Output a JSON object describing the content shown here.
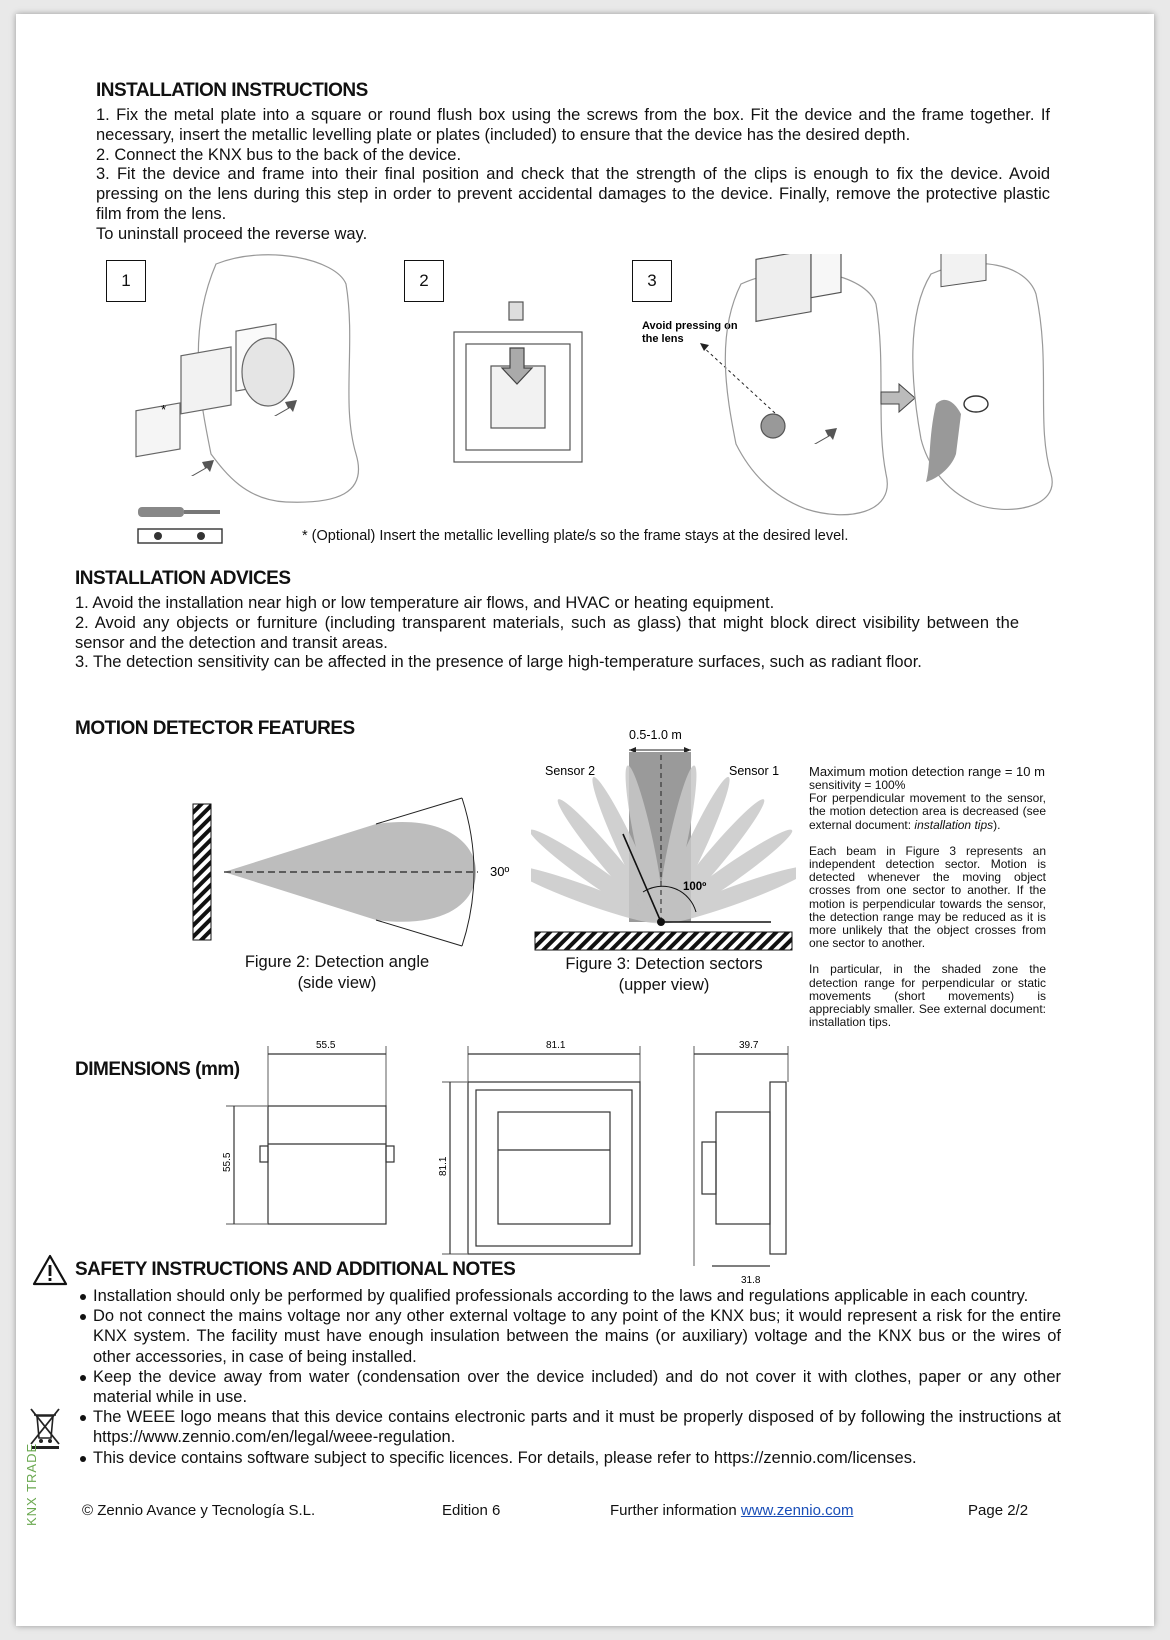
{
  "installation": {
    "title": "INSTALLATION INSTRUCTIONS",
    "p1": "1. Fix the metal plate into a square or round flush box using the screws from the box. Fit the device and the frame together. If necessary, insert the metallic levelling plate or plates (included) to ensure that the device has the desired depth.",
    "p2": "2. Connect the KNX bus to the back of the device.",
    "p3": "3. Fit the device and frame into their final position and check that the strength of the clips is enough to fix the device. Avoid pressing on the lens during this step in order to prevent accidental damages to the device. Finally, remove the protective plastic film from the lens.",
    "p4": "To uninstall proceed the reverse way.",
    "steps": [
      "1",
      "2",
      "3"
    ],
    "asterisk": "*",
    "avoid_pressing": "Avoid pressing on the lens",
    "optional_note": "* (Optional) Insert the metallic levelling plate/s so the frame stays at the desired level."
  },
  "advices": {
    "title": "INSTALLATION ADVICES",
    "p1": "1. Avoid the installation near high or low temperature air flows, and HVAC or heating equipment.",
    "p2": "2. Avoid any objects or furniture (including transparent materials, such as glass) that might block direct visibility between the sensor and the detection and transit areas.",
    "p3": "3. The detection sensitivity can be affected in the presence of large high-temperature surfaces, such as radiant floor."
  },
  "motion": {
    "title": "MOTION DETECTOR FEATURES",
    "angle_label": "30º",
    "fig2_caption_1": "Figure 2: Detection angle",
    "fig2_caption_2": "(side view)",
    "width_label": "0.5-1.0 m",
    "sensor2": "Sensor 2",
    "sensor1": "Sensor 1",
    "sector_angle": "100º",
    "fig3_caption_1": "Figure 3: Detection sectors",
    "fig3_caption_2": "(upper view)",
    "range": "Maximum motion detection range = 10 m",
    "sensitivity": "sensitivity = 100%",
    "perp_note": "For perpendicular movement to the sensor, the motion detection area is decreased (see external document: ",
    "perp_note_italic": "installation tips",
    "perp_note_end": ").",
    "beam_note": "Each beam in Figure 3 represents an independent detection sector. Motion is detected whenever the moving object crosses from one sector to another. If the motion is perpendicular towards the sensor, the detection range may be reduced as it is more unlikely that the object crosses from one sector to another.",
    "shaded_note": "In particular, in the shaded zone the detection range for perpendicular or static movements (short movements) is appreciably smaller. See external document: installation tips."
  },
  "dimensions": {
    "title": "DIMENSIONS (mm)",
    "d1_width": "55.5",
    "d1_height": "55.5",
    "d2_width": "81.1",
    "d2_height": "81.1",
    "d3_depth": "39.7",
    "d3_inner": "31.8"
  },
  "safety": {
    "title": "SAFETY INSTRUCTIONS AND ADDITIONAL NOTES",
    "items": [
      "Installation should only be performed by qualified professionals according to the laws and regulations applicable in each country.",
      "Do not connect the mains voltage nor any other external voltage to any point of the KNX bus; it would represent a risk for the entire KNX system. The facility must have enough insulation between the mains (or auxiliary) voltage and the KNX bus or the wires of other accessories, in case of being installed.",
      "Keep the device away from water (condensation over the device included) and do not cover it with clothes, paper or any other material while in use.",
      "The WEEE logo means that this device contains electronic parts and it must be properly disposed of by following the instructions at https://www.zennio.com/en/legal/weee-regulation.",
      "This device contains software subject to specific licences. For details, please refer to https://zennio.com/licenses."
    ]
  },
  "footer": {
    "copyright": "© Zennio Avance y Tecnología S.L.",
    "edition": "Edition 6",
    "further": "Further information ",
    "link": "www.zennio.com",
    "page": "Page 2/2",
    "side_mark": "KNX TRADE"
  }
}
